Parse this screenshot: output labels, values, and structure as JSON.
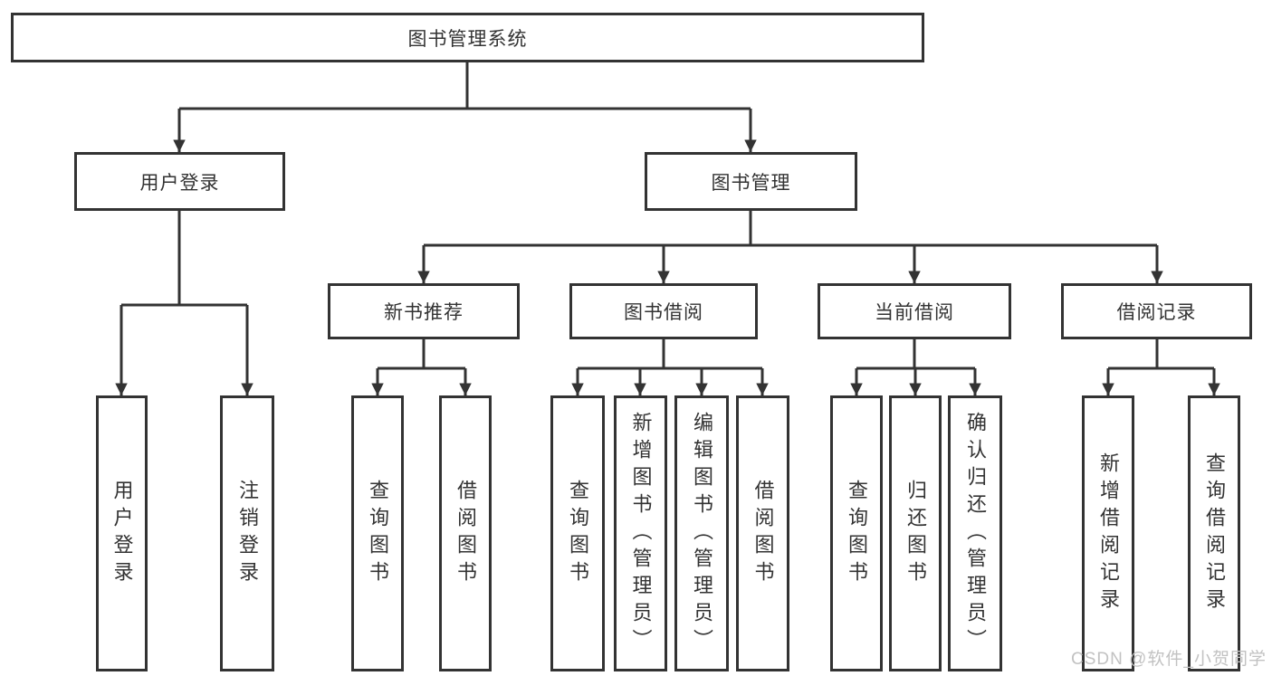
{
  "tree": {
    "root": {
      "label": "图书管理系统",
      "children": [
        {
          "label": "用户登录",
          "children": [
            {
              "label": "用户登录"
            },
            {
              "label": "注销登录"
            }
          ]
        },
        {
          "label": "图书管理",
          "children": [
            {
              "label": "新书推荐",
              "children": [
                {
                  "label": "查询图书"
                },
                {
                  "label": "借阅图书"
                }
              ]
            },
            {
              "label": "图书借阅",
              "children": [
                {
                  "label": "查询图书"
                },
                {
                  "label": "新增图书（管理员）"
                },
                {
                  "label": "编辑图书（管理员）"
                },
                {
                  "label": "借阅图书"
                }
              ]
            },
            {
              "label": "当前借阅",
              "children": [
                {
                  "label": "查询图书"
                },
                {
                  "label": "归还图书"
                },
                {
                  "label": "确认归还（管理员）"
                }
              ]
            },
            {
              "label": "借阅记录",
              "children": [
                {
                  "label": "新增借阅记录"
                },
                {
                  "label": "查询借阅记录"
                }
              ]
            }
          ]
        }
      ]
    }
  },
  "watermark": {
    "text": "CSDN @软件_小贺同学"
  },
  "colors": {
    "line": "#333333",
    "border": "#333333",
    "text": "#333333",
    "background": "#ffffff",
    "watermark": "#c2c2c2"
  }
}
